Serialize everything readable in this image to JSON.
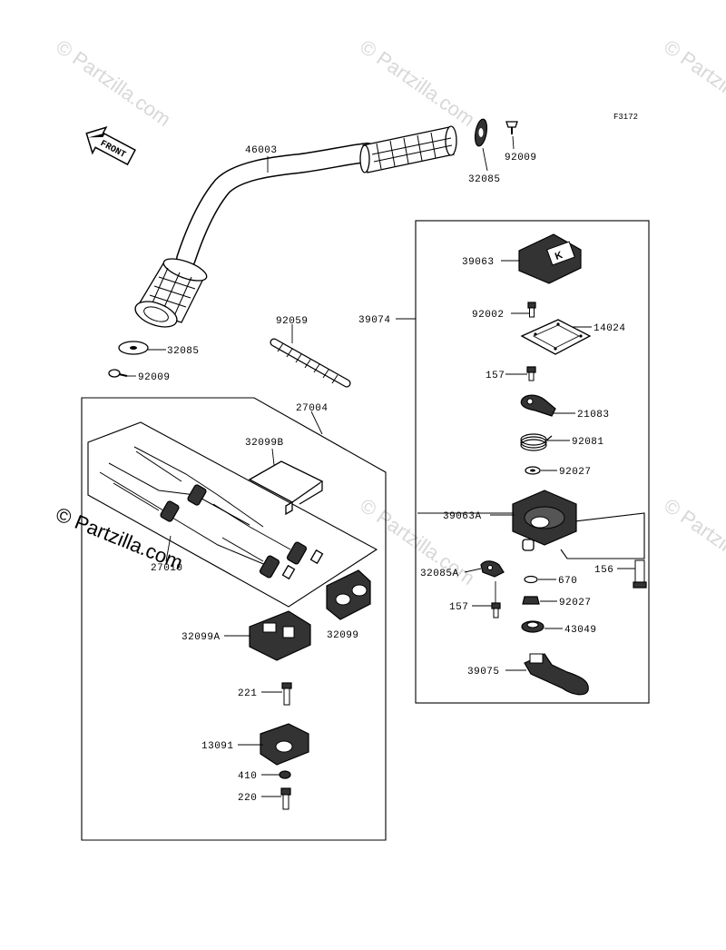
{
  "diagram": {
    "figure_code": "F3172",
    "front_arrow_label": "FRONT",
    "watermarks": [
      "© Partzilla.com",
      "© Partzilla.com",
      "© Partzilla.com",
      "© Partzilla.com",
      "© Partzilla.com",
      "© Partzilla.com"
    ],
    "watermark_main": "© Partzilla.com",
    "labels": {
      "p46003": "46003",
      "p32085_top": "32085",
      "p92009_top": "92009",
      "p32085_left": "32085",
      "p92009_left": "92009",
      "p92059": "92059",
      "p27004": "27004",
      "p32099B": "32099B",
      "p27010": "27010",
      "p32099": "32099",
      "p32099A": "32099A",
      "p221": "221",
      "p13091": "13091",
      "p410": "410",
      "p220": "220",
      "p39074": "39074",
      "p39063": "39063",
      "p92002": "92002",
      "p14024": "14024",
      "p157_top": "157",
      "p21083": "21083",
      "p92081": "92081",
      "p92027_top": "92027",
      "p39063A": "39063A",
      "p156": "156",
      "p32085A": "32085A",
      "p670": "670",
      "p157_bottom": "157",
      "p92027_bottom": "92027",
      "p43049": "43049",
      "p39075": "39075"
    }
  }
}
